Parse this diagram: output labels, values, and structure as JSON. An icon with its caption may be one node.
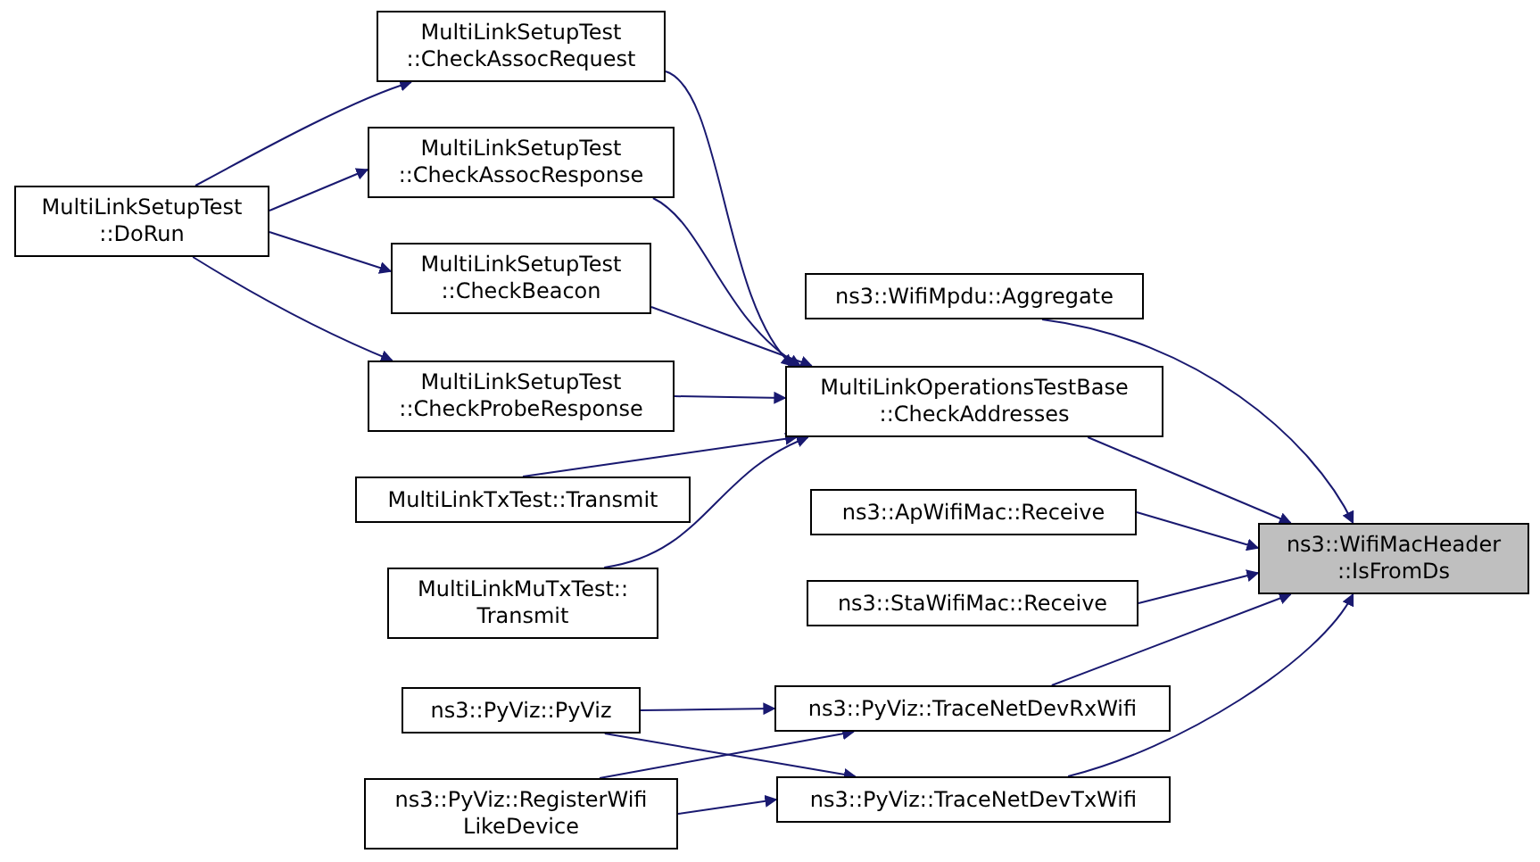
{
  "diagram": {
    "nodes": [
      {
        "text": [
          "MultiLinkSetupTest ::DoRun"
        ]
      },
      {
        "text": [
          "MultiLinkSetupTest ::CheckAssocRequest"
        ]
      },
      {
        "text": [
          "MultiLinkSetupTest ::CheckAssocResponse"
        ]
      },
      {
        "text": [
          "MultiLinkSetupTest ::CheckBeacon"
        ]
      },
      {
        "text": [
          "MultiLinkSetupTest ::CheckProbeResponse"
        ]
      },
      {
        "text": [
          "MultiLinkTxTest::Transmit"
        ]
      },
      {
        "text": [
          "MultiLinkMuTxTest:: Transmit"
        ]
      },
      {
        "text": [
          "ns3::PyViz::PyViz"
        ]
      },
      {
        "text": [
          "ns3::PyViz::RegisterWifi LikeDevice"
        ]
      },
      {
        "text": [
          "ns3::WifiMpdu::Aggregate"
        ]
      },
      {
        "text": [
          "MultiLinkOperationsTestBase ::CheckAddresses"
        ]
      },
      {
        "text": [
          "ns3::ApWifiMac::Receive"
        ]
      },
      {
        "text": [
          "ns3::StaWifiMac::Receive"
        ]
      },
      {
        "text": [
          "ns3::PyViz::TraceNetDevRxWifi"
        ]
      },
      {
        "text": [
          "ns3::PyViz::TraceNetDevTxWifi"
        ]
      },
      {
        "text": [
          "ns3::WifiMacHeader ::IsFromDs"
        ]
      }
    ],
    "edges": [
      {
        "from": 0,
        "to": 1,
        "arrow": "to"
      },
      {
        "from": 0,
        "to": 2,
        "arrow": "to"
      },
      {
        "from": 0,
        "to": 3,
        "arrow": "to"
      },
      {
        "from": 0,
        "to": 4,
        "arrow": "to"
      },
      {
        "from": 1,
        "to": 10,
        "arrow": "to"
      },
      {
        "from": 2,
        "to": 10,
        "arrow": "to"
      },
      {
        "from": 3,
        "to": 10,
        "arrow": "to"
      },
      {
        "from": 4,
        "to": 10,
        "arrow": "to"
      },
      {
        "from": 5,
        "to": 10,
        "arrow": "to"
      },
      {
        "from": 6,
        "to": 10,
        "arrow": "to"
      },
      {
        "from": 9,
        "to": 15,
        "arrow": "to"
      },
      {
        "from": 10,
        "to": 15,
        "arrow": "to"
      },
      {
        "from": 11,
        "to": 15,
        "arrow": "to"
      },
      {
        "from": 12,
        "to": 15,
        "arrow": "to"
      },
      {
        "from": 13,
        "to": 15,
        "arrow": "to"
      },
      {
        "from": 14,
        "to": 15,
        "arrow": "to"
      },
      {
        "from": 7,
        "to": 13,
        "arrow": "to"
      },
      {
        "from": 7,
        "to": 14,
        "arrow": "to"
      },
      {
        "from": 8,
        "to": 13,
        "arrow": "to"
      },
      {
        "from": 8,
        "to": 14,
        "arrow": "to"
      }
    ]
  }
}
